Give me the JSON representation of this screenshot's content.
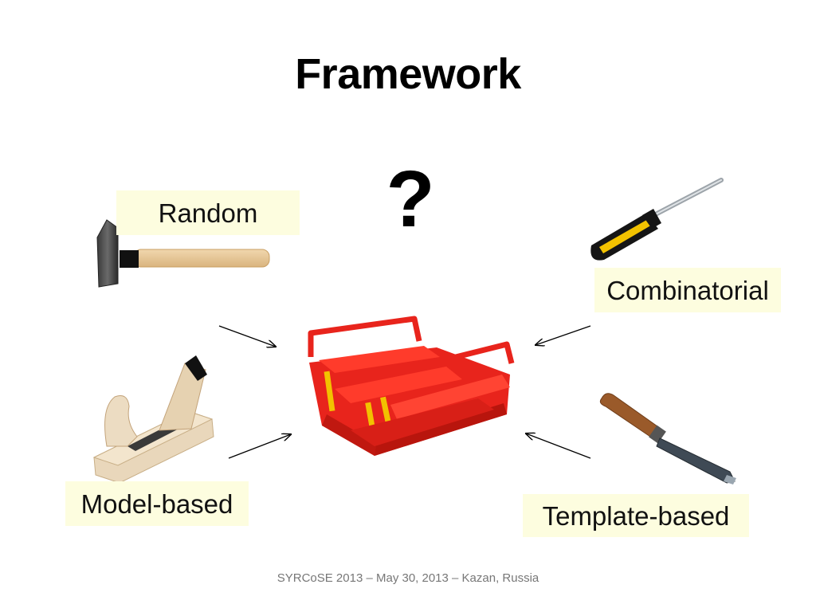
{
  "slide": {
    "title": "Framework",
    "question_mark": "?",
    "footer": "SYRCoSE 2013 – May 30, 2013 – Kazan, Russia"
  },
  "labels": {
    "random": "Random",
    "combinatorial": "Combinatorial",
    "model_based": "Model-based",
    "template_based": "Template-based"
  },
  "icons": {
    "random": "hammer-icon",
    "combinatorial": "screwdriver-icon",
    "model_based": "hand-plane-icon",
    "template_based": "chisel-icon",
    "center": "toolbox-icon"
  },
  "colors": {
    "label_background": "#fdfddf",
    "toolbox": "#e8241c",
    "screwdriver_handle": "#f2c200"
  }
}
